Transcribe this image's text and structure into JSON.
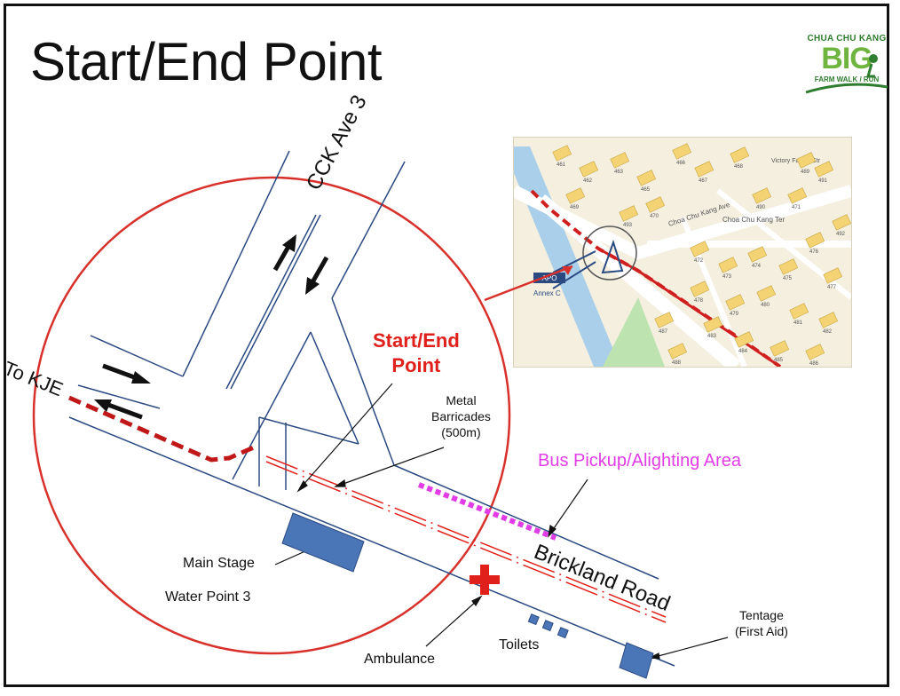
{
  "title": "Start/End Point",
  "logo": {
    "line1": "CHUA CHU KANG",
    "line2": "BIG",
    "line3": "FARM WALK / RUN"
  },
  "labels": {
    "cck_ave": "CCK Ave 3",
    "to_kje": "To KJE",
    "start_end_line1": "Start/End",
    "start_end_line2": "Point",
    "metal_line1": "Metal",
    "metal_line2": "Barricades",
    "metal_line3": "(500m)",
    "bus": "Bus Pickup/Alighting Area",
    "brickland": "Brickland Road",
    "main_stage": "Main Stage",
    "water_point": "Water Point 3",
    "ambulance": "Ambulance",
    "toilets": "Toilets",
    "tentage_line1": "Tentage",
    "tentage_line2": "(First Aid)"
  },
  "inset": {
    "apo": "APO",
    "annex": "Annex C",
    "street1": "Choa Chu Kang Ave",
    "street2": "Choa Chu Kang Ter",
    "victory": "Victory Family Ctr",
    "block_numbers": [
      "461",
      "462",
      "463",
      "465",
      "466",
      "467",
      "468",
      "469",
      "470",
      "471",
      "472",
      "473",
      "474",
      "475",
      "476",
      "477",
      "478",
      "479",
      "480",
      "481",
      "482",
      "483",
      "484",
      "485",
      "486",
      "487",
      "488",
      "489",
      "490",
      "491",
      "492",
      "493"
    ]
  },
  "colors": {
    "route_red": "#d01f1f",
    "bus_magenta": "#e23ce6",
    "facility_blue": "#4a76b8",
    "road_blue": "#2b4a82",
    "label_red": "#e0201b"
  }
}
